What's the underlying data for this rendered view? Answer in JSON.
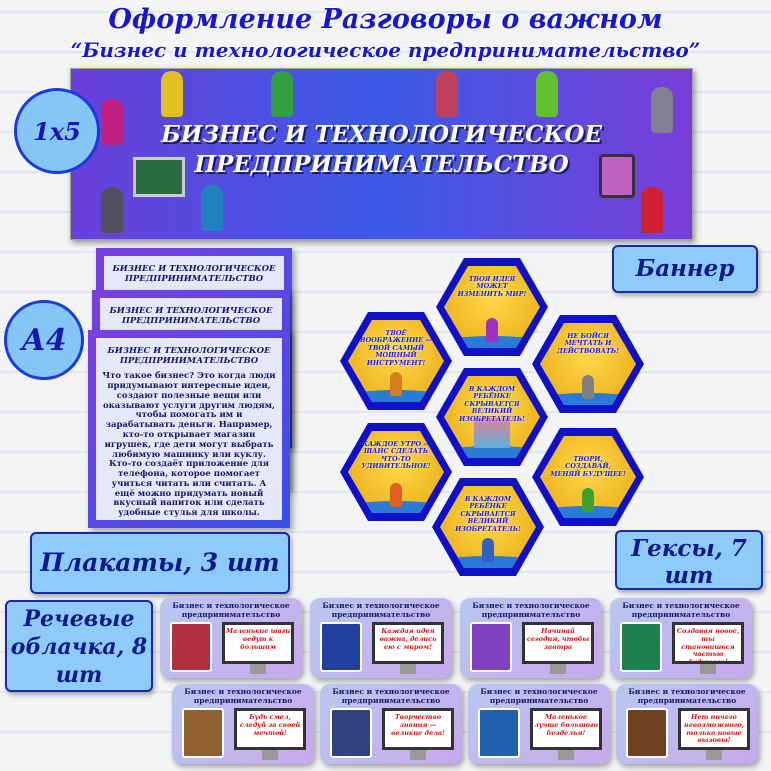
{
  "title": {
    "line1": "Оформление Разговоры о важном",
    "line2": "“Бизнес и технологическое предпринимательство”"
  },
  "banner": {
    "line1": "БИЗНЕС И ТЕХНОЛОГИЧЕСКОЕ",
    "line2": "ПРЕДПРИНИМАТЕЛЬСТВО",
    "badge": "1х5",
    "label": "Баннер"
  },
  "posters": {
    "badge": "А4",
    "label": "Плакаты, 3 шт",
    "front": {
      "heading": "БИЗНЕС И ТЕХНОЛОГИЧЕСКОЕ ПРЕДПРИНИМАТЕЛЬСТВО",
      "body": "Что такое бизнес? Это когда люди придумывают интересные идеи, создают полезные вещи или оказывают услуги другим людям, чтобы помогать им и зарабатывать деньги. Например, кто-то открывает магазин игрушек, где дети могут выбрать любимую машинку или куклу. Кто-то создаёт приложение для телефона, которое помогает учиться читать или считать. А ещё можно придумать новый вкусный напиток или сделать удобные стулья для школы."
    },
    "middle": {
      "heading": "БИЗНЕС И ТЕХНОЛОГИЧЕСКОЕ ПРЕДПРИНИМАТЕЛЬСТВО"
    },
    "back": {
      "heading": "БИЗНЕС И ТЕХНОЛОГИЧЕСКОЕ ПРЕДПРИНИМАТЕЛЬСТВО"
    }
  },
  "hexes": {
    "label": "Гексы, 7 шт",
    "items": [
      "ТВОЯ ИДЕЯ МОЖЕТ ИЗМЕНИТЬ МИР!",
      "ТВОЁ ВООБРАЖЕНИЕ — ТВОЙ САМЫЙ МОЩНЫЙ ИНСТРУМЕНТ!",
      "НЕ БОЙСЯ МЕЧТАТЬ И ДЕЙСТВОВАТЬ!",
      "В КАЖДОМ РЕБЁНКЕ СКРЫВАЕТСЯ ВЕЛИКИЙ ИЗОБРЕТАТЕЛЬ!",
      "КАЖДОЕ УТРО — ШАНС СДЕЛАТЬ ЧТО-ТО УДИВИТЕЛЬНОЕ!",
      "ТВОРИ, СОЗДАВАЙ, МЕНЯЙ БУДУЩЕЕ!",
      "В КАЖДОМ РЕБЁНКЕ СКРЫВАЕТСЯ ВЕЛИКИЙ ИЗОБРЕТАТЕЛЬ!"
    ]
  },
  "bubbles": {
    "label": "Речевые облачка, 8 шт",
    "heading": "Бизнес и технологическое предпринимательство",
    "items": [
      "Маленькие шаги ведут к большим",
      "Каждая идея важна, делись ею с миром!",
      "Начинай сегодня, чтобы завтра",
      "Создавая новое, ты становишься частью будущего!",
      "Будь смел, следуй за своей мечтой!",
      "Творчество знания — великие дела!",
      "Маленькое лучше большого безделья!",
      "Нет ничего невозможного, только новые вызовы!"
    ]
  },
  "colors": {
    "accent": "#1616d8",
    "hex_border": "#1010c8",
    "label_bg": "#8ecbf8"
  }
}
